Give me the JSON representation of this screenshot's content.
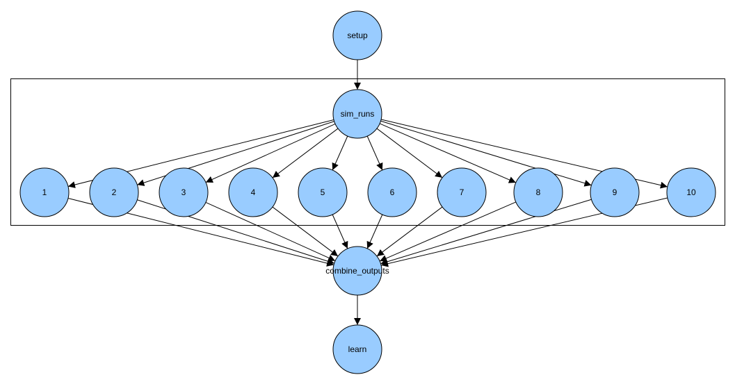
{
  "colors": {
    "node_fill": "#99ccff",
    "node_stroke": "#000000",
    "edge": "#000000",
    "group_border": "#000000",
    "background": "#ffffff"
  },
  "nodes": [
    {
      "id": "setup",
      "label": "setup"
    },
    {
      "id": "sim_runs",
      "label": "sim_runs"
    },
    {
      "id": "r1",
      "label": "1"
    },
    {
      "id": "r2",
      "label": "2"
    },
    {
      "id": "r3",
      "label": "3"
    },
    {
      "id": "r4",
      "label": "4"
    },
    {
      "id": "r5",
      "label": "5"
    },
    {
      "id": "r6",
      "label": "6"
    },
    {
      "id": "r7",
      "label": "7"
    },
    {
      "id": "r8",
      "label": "8"
    },
    {
      "id": "r9",
      "label": "9"
    },
    {
      "id": "r10",
      "label": "10"
    },
    {
      "id": "combine_outputs",
      "label": "combine_outputs"
    },
    {
      "id": "learn",
      "label": "learn"
    }
  ],
  "edges": [
    {
      "from": "setup",
      "to": "sim_runs"
    },
    {
      "from": "sim_runs",
      "to": "r1"
    },
    {
      "from": "sim_runs",
      "to": "r2"
    },
    {
      "from": "sim_runs",
      "to": "r3"
    },
    {
      "from": "sim_runs",
      "to": "r4"
    },
    {
      "from": "sim_runs",
      "to": "r5"
    },
    {
      "from": "sim_runs",
      "to": "r6"
    },
    {
      "from": "sim_runs",
      "to": "r7"
    },
    {
      "from": "sim_runs",
      "to": "r8"
    },
    {
      "from": "sim_runs",
      "to": "r9"
    },
    {
      "from": "sim_runs",
      "to": "r10"
    },
    {
      "from": "r1",
      "to": "combine_outputs"
    },
    {
      "from": "r2",
      "to": "combine_outputs"
    },
    {
      "from": "r3",
      "to": "combine_outputs"
    },
    {
      "from": "r4",
      "to": "combine_outputs"
    },
    {
      "from": "r5",
      "to": "combine_outputs"
    },
    {
      "from": "r6",
      "to": "combine_outputs"
    },
    {
      "from": "r7",
      "to": "combine_outputs"
    },
    {
      "from": "r8",
      "to": "combine_outputs"
    },
    {
      "from": "r9",
      "to": "combine_outputs"
    },
    {
      "from": "r10",
      "to": "combine_outputs"
    },
    {
      "from": "combine_outputs",
      "to": "learn"
    }
  ],
  "group": {
    "members": [
      "sim_runs",
      "r1",
      "r2",
      "r3",
      "r4",
      "r5",
      "r6",
      "r7",
      "r8",
      "r9",
      "r10"
    ]
  }
}
